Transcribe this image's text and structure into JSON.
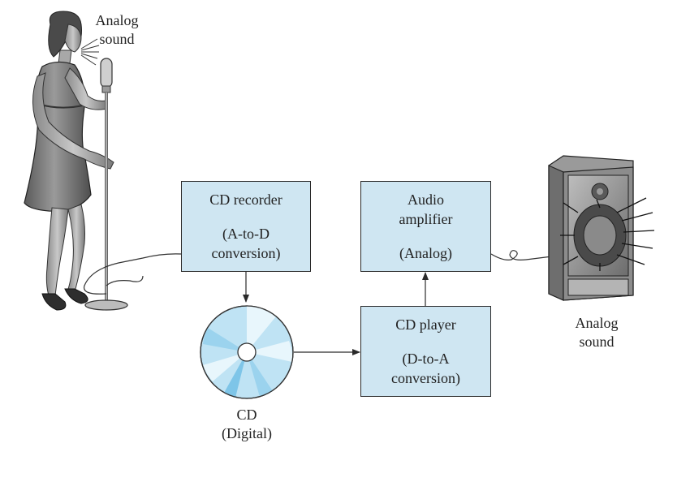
{
  "singer_label": [
    "Analog",
    "sound"
  ],
  "speaker_label": [
    "Analog",
    "sound"
  ],
  "cd_label": [
    "CD",
    "(Digital)"
  ],
  "blocks": {
    "recorder": {
      "title": "CD recorder",
      "detail": [
        "(A-to-D",
        "conversion)"
      ]
    },
    "amplifier": {
      "title": [
        "Audio",
        "amplifier"
      ],
      "detail": "(Analog)"
    },
    "player": {
      "title": "CD player",
      "detail": [
        "(D-to-A",
        "conversion)"
      ]
    }
  },
  "icons": [
    "singer-figure",
    "microphone-icon",
    "compact-disc-icon",
    "loudspeaker-icon"
  ],
  "colors": {
    "block_fill": "#cfe6f2",
    "disc": "#bfe3f4",
    "line": "#2a2a2a"
  }
}
